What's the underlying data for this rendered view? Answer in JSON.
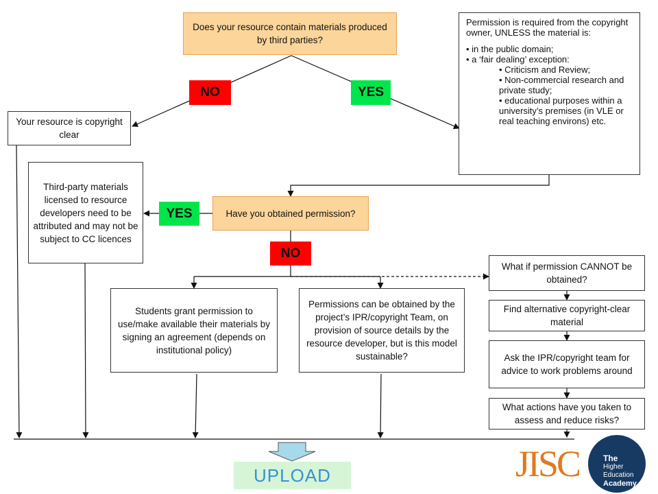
{
  "nodes": {
    "q1": "Does your resource contain materials produced by third parties?",
    "clear": "Your resource is copyright clear",
    "third_party": "Third-party materials licensed to resource developers need to be attributed and may not be subject to CC licences",
    "q2": "Have you obtained permission?",
    "students": "Students grant permission to use/make available their materials by signing an agreement (depends on institutional policy)",
    "ipr_team": "Permissions can be obtained by the project’s IPR/copyright Team, on provision of source details by the resource developer, but is this model sustainable?",
    "cannot": "What if permission CANNOT be obtained?",
    "alternative": "Find alternative copyright-clear material",
    "ask_team": "Ask the IPR/copyright team for advice to work problems around",
    "actions": "What actions have you taken to assess and reduce risks?"
  },
  "permission_box": {
    "intro": "Permission is required from the copyright owner, UNLESS the material is:",
    "items": [
      "in the public domain;",
      "a ‘fair dealing’ exception:",
      "Criticism and Review;",
      "Non-commercial research and private study;",
      "educational purposes within a university’s premises (in VLE or real teaching environs) etc."
    ]
  },
  "labels": {
    "no_1": "NO",
    "yes_1": "YES",
    "yes_2": "YES",
    "no_2": "NO"
  },
  "upload": "UPLOAD",
  "logos": {
    "jisc": "JISC",
    "hea_line1": "The",
    "hea_line2": "Higher",
    "hea_line3": "Education",
    "hea_line4": "Academy"
  },
  "colors": {
    "question_fill": "#fcd59a",
    "no_fill": "#ff0000",
    "yes_fill": "#00e64a",
    "upload_fill": "#d6f5d6",
    "upload_text": "#3a8fd8"
  }
}
